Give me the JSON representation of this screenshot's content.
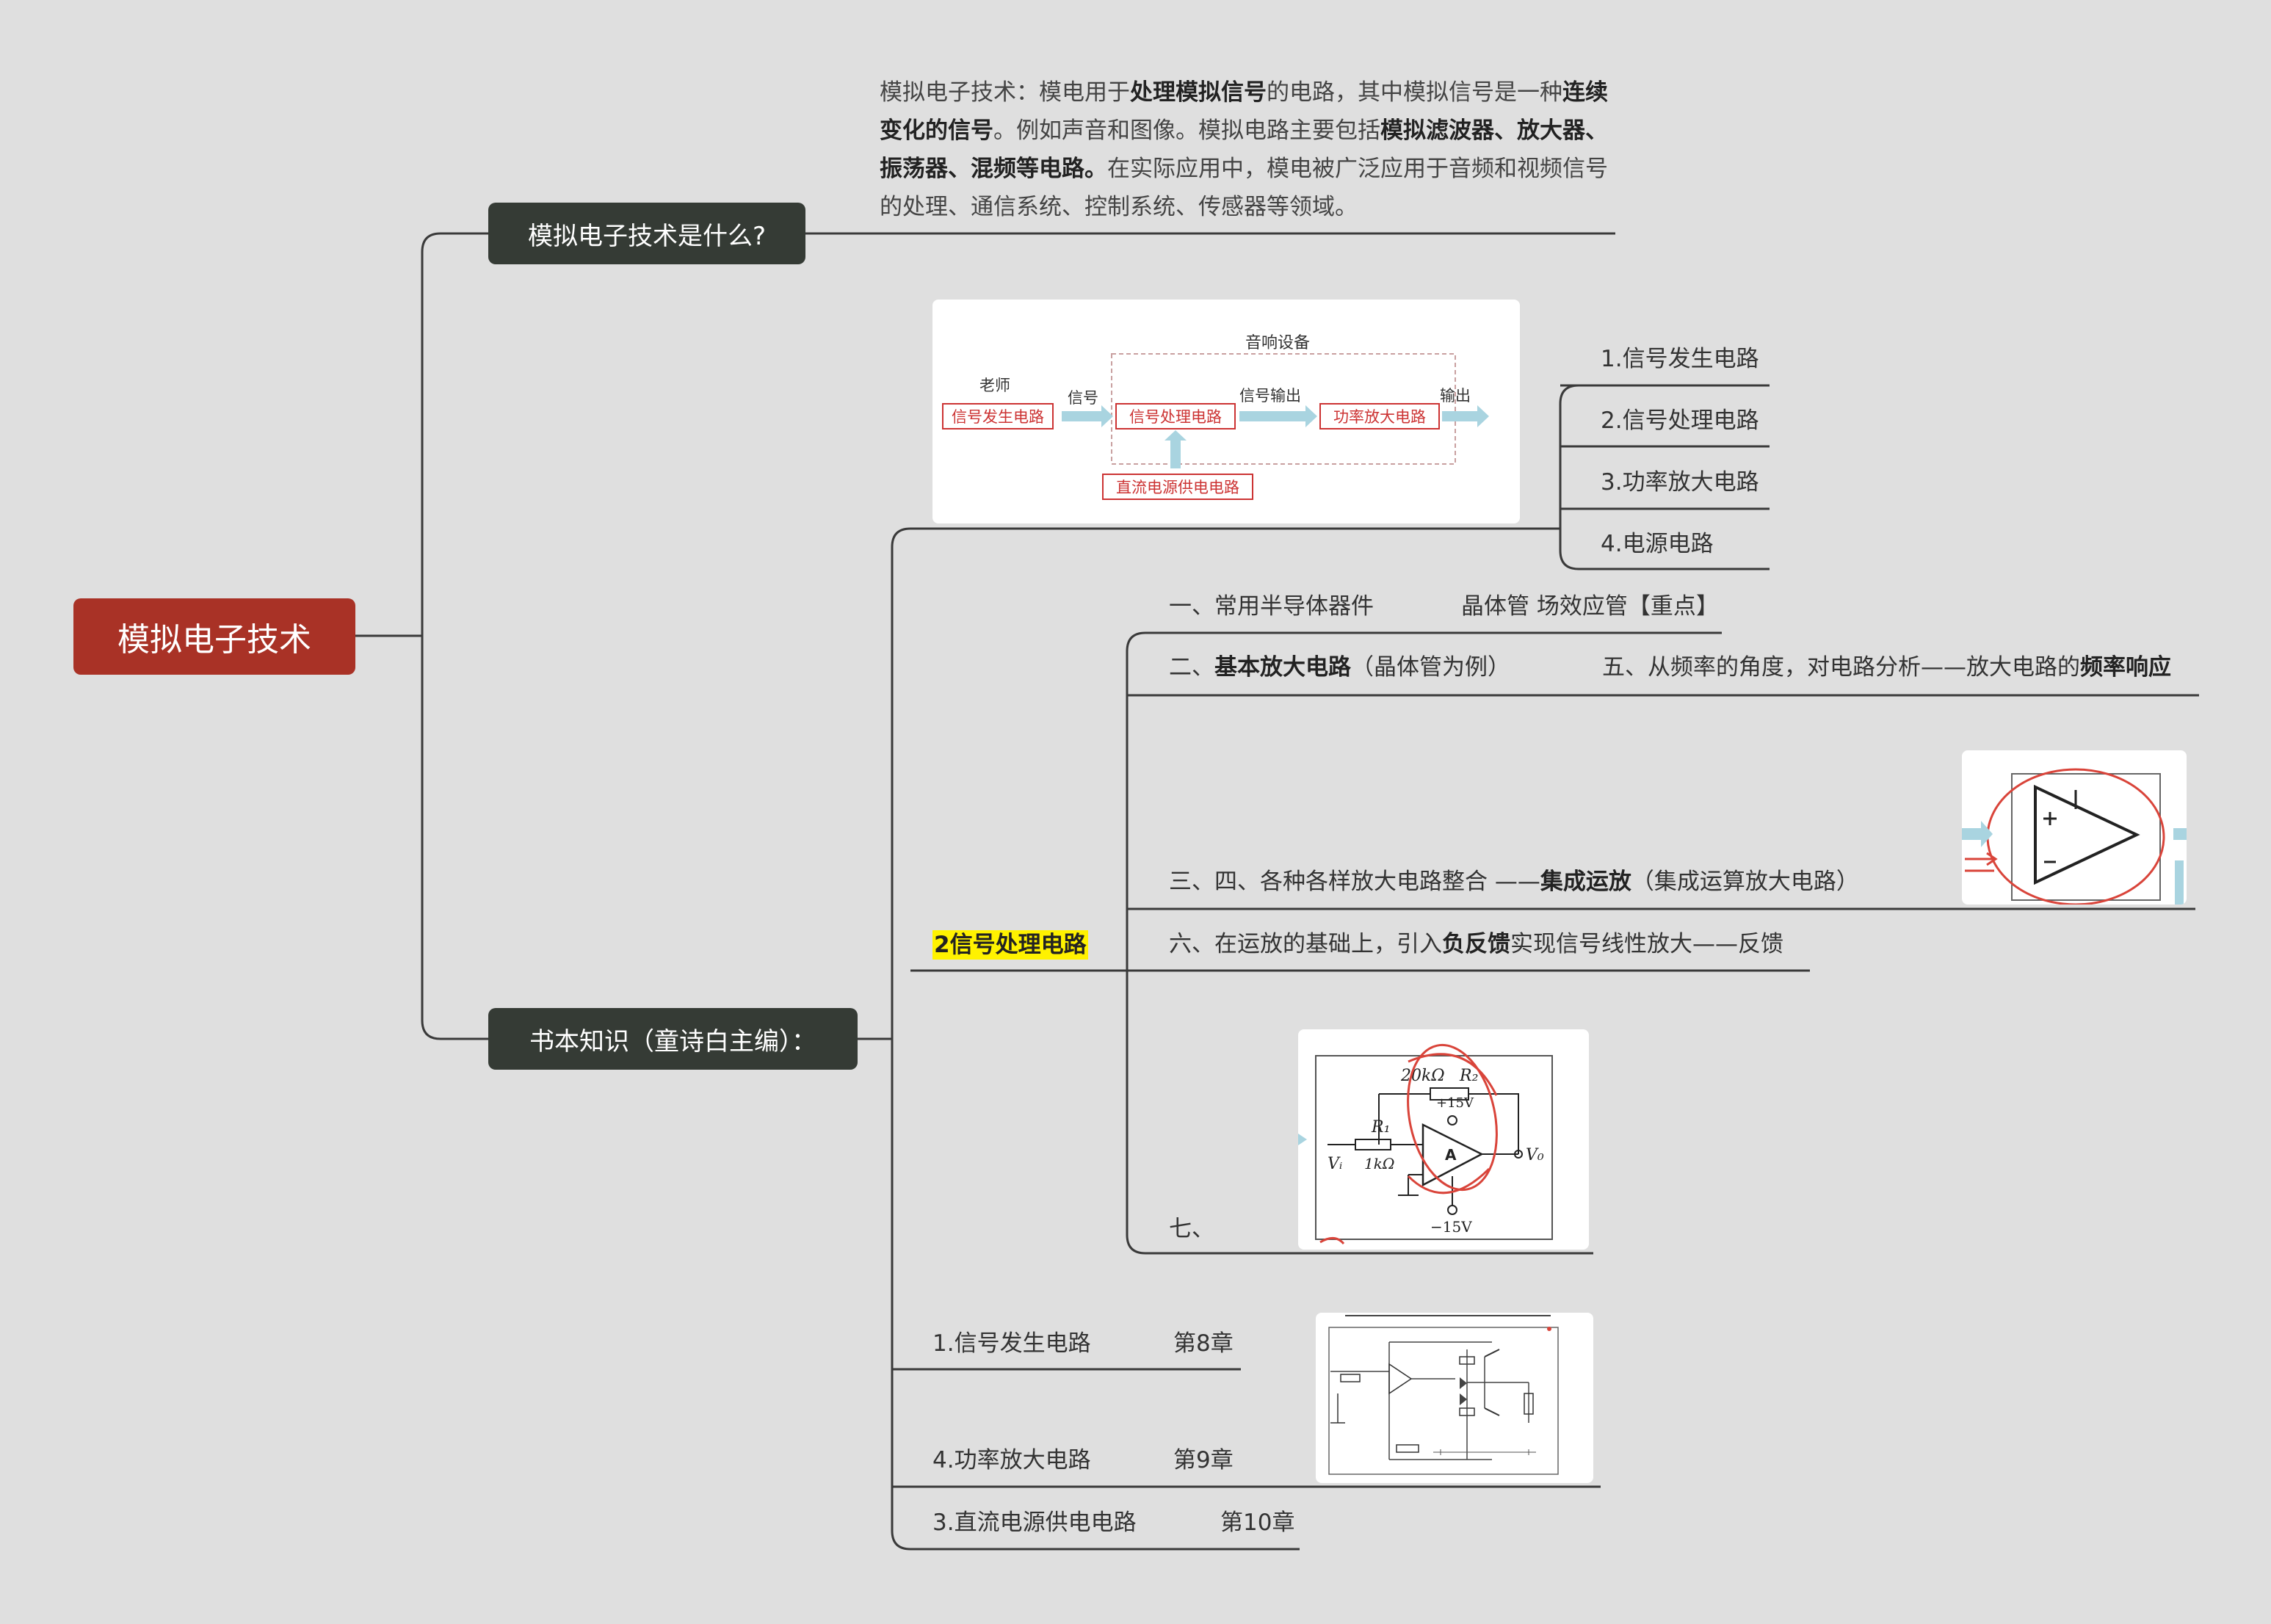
{
  "root": {
    "title": "模拟电子技术"
  },
  "branch1": {
    "label": "模拟电子技术是什么?",
    "desc": {
      "p1": "模拟电子技术：模电用于",
      "b1": "处理模拟信号",
      "p2": "的电路，其中模拟信号是一种",
      "b2": "连续变化的信号",
      "p3": "。例如声音和图像。模拟电路主要包括",
      "b3": "模拟滤波器、放大器、振荡器、混频等电路。",
      "p4": "在实际应用中，模电被广泛应用于音频和视频信号的处理、通信系统、控制系统、传感器等领域。"
    }
  },
  "branch2": {
    "label": "书本知识（童诗白主编）："
  },
  "audio_diagram": {
    "title": "音响设备",
    "teacher": "老师",
    "signal": "信号",
    "signal_out": "信号输出",
    "output": "输出",
    "box_gen": "信号发生电路",
    "box_proc": "信号处理电路",
    "box_amp": "功率放大电路",
    "box_power": "直流电源供电电路"
  },
  "circuit_list": [
    "1.信号发生电路",
    "2.信号处理电路",
    "3.功率放大电路",
    "4.电源电路"
  ],
  "signal_processing": {
    "label": "2信号处理电路",
    "items": {
      "i1_label": "一、常用半导体器件",
      "i1_detail": "晶体管 场效应管【重点】",
      "i2_prefix": "二、",
      "i2_bold": "基本放大电路",
      "i2_suffix": "（晶体管为例）",
      "i5_text": "五、从频率的角度，对电路分析——放大电路的",
      "i5_bold": "频率响应",
      "i3_text": "三、四、各种各样放大电路整合 ——",
      "i3_bold": "集成运放",
      "i3_suffix": "（集成运算放大电路）",
      "i6_text": "六、在运放的基础上，引入",
      "i6_bold": "负反馈",
      "i6_suffix": "实现信号线性放大——反馈",
      "i7_text": "七、"
    }
  },
  "circuit_img": {
    "r2_value": "20kΩ",
    "r2": "R₂",
    "plus": "+15V",
    "r1": "R₁",
    "r1_value": "1kΩ",
    "vi": "Vᵢ",
    "vo": "V₀",
    "amp": "A",
    "minus": "−15V"
  },
  "other_chapters": [
    {
      "label": "1.信号发生电路",
      "chapter": "第8章"
    },
    {
      "label": "4.功率放大电路",
      "chapter": "第9章"
    },
    {
      "label": "3.直流电源供电电路",
      "chapter": "第10章"
    }
  ],
  "colors": {
    "root": "#a93226",
    "dark_node": "#353b35",
    "line": "#3a3a3a",
    "highlight": "#fff200",
    "red": "#d9443a"
  }
}
